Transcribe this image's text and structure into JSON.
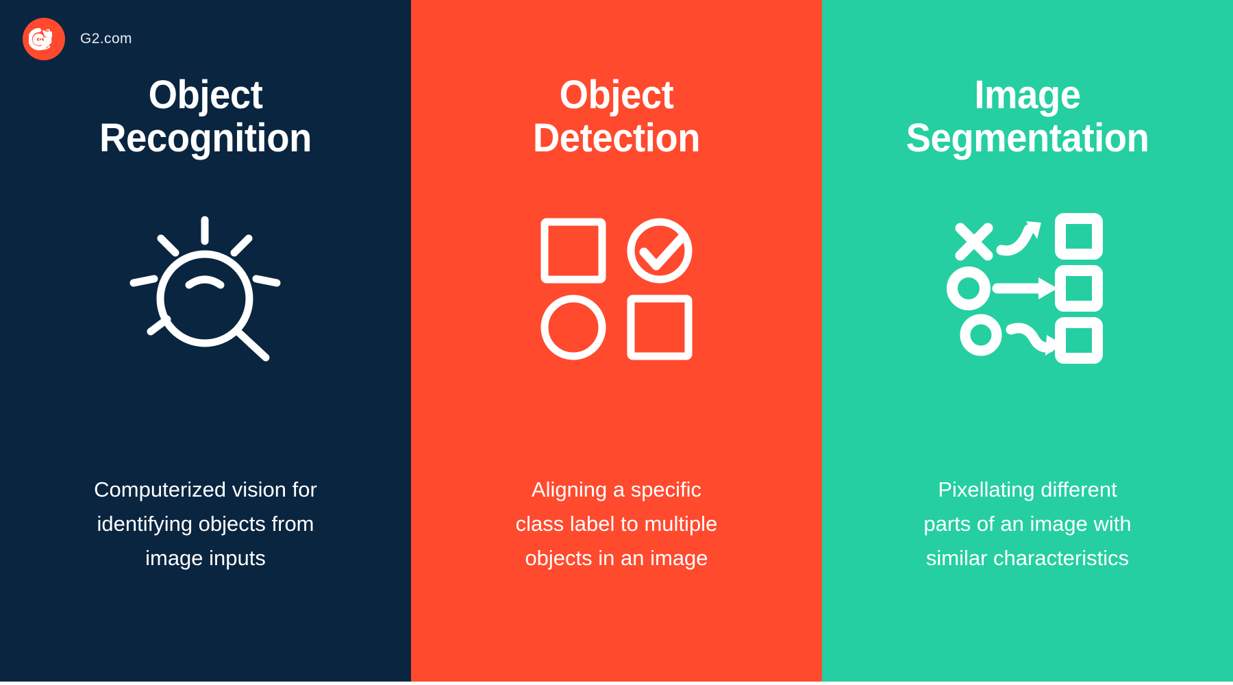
{
  "brand": {
    "logo_icon": "g2-logo-icon",
    "logo_text": "G2",
    "logo_superscript": "2",
    "site_name": "G2.com",
    "logo_bg_color": "#FF4A2E"
  },
  "columns": [
    {
      "id": "object-recognition",
      "title": "Object\nRecognition",
      "description": "Computerized vision for\nidentifying objects from\nimage inputs",
      "background_color": "#0A2540",
      "icon_name": "magnifying-glass-rays-icon"
    },
    {
      "id": "object-detection",
      "title": "Object\nDetection",
      "description": "Aligning a specific\nclass label to multiple\nobjects in an image",
      "background_color": "#FF4A2E",
      "icon_name": "shapes-grid-check-icon"
    },
    {
      "id": "image-segmentation",
      "title": "Image\nSegmentation",
      "description": "Pixellating different\nparts of an image with\nsimilar characteristics",
      "background_color": "#25CFA1",
      "icon_name": "shapes-arrows-mapping-icon"
    }
  ],
  "theme": {
    "text_color": "#FFFFFF",
    "brand_text_color": "#E8EDF2"
  }
}
